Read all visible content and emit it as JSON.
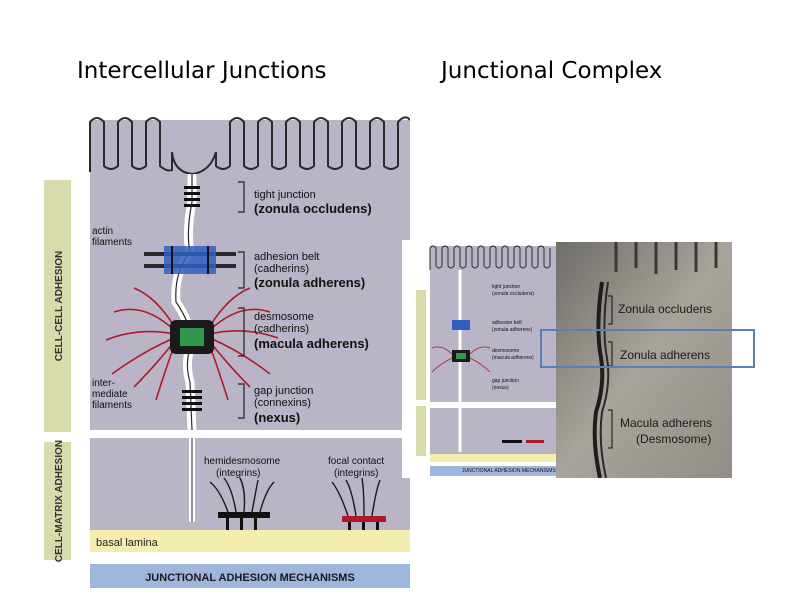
{
  "titles": {
    "left": "Intercellular Junctions",
    "right": "Junctional Complex"
  },
  "diagram": {
    "side_labels": {
      "cell_cell": "CELL-CELL ADHESION",
      "cell_matrix": "CELL-MATRIX ADHESION"
    },
    "left_labels": {
      "actin": [
        "actin",
        "filaments"
      ],
      "intermediate": [
        "inter-",
        "mediate",
        "filaments"
      ]
    },
    "junctions": [
      {
        "line1": "tight junction",
        "line2": "(zonula occludens)"
      },
      {
        "line1": "adhesion belt",
        "line1b": "(cadherins)",
        "line2": "(zonula adherens)"
      },
      {
        "line1": "desmosome",
        "line1b": "(cadherins)",
        "line2": "(macula adherens)"
      },
      {
        "line1": "gap junction",
        "line1b": "(connexins)",
        "line2": "(nexus)"
      }
    ],
    "matrix_junctions": [
      {
        "line1": "hemidesmosome",
        "line2": "(integrins)"
      },
      {
        "line1": "focal contact",
        "line2": "(integrins)"
      }
    ],
    "basal_lamina": "basal lamina",
    "footer": "JUNCTIONAL ADHESION MECHANISMS"
  },
  "micrograph": {
    "labels": [
      "Zonula occludens",
      "Zonula adherens",
      "Macula adherens",
      "(Desmosome)"
    ]
  },
  "colors": {
    "cell_fill": "#b9b4c6",
    "side_band": "#d8dcac",
    "footer_band": "#9fb6dc",
    "basal_band": "#f4eeae",
    "highlight": "#5b7fb5"
  }
}
